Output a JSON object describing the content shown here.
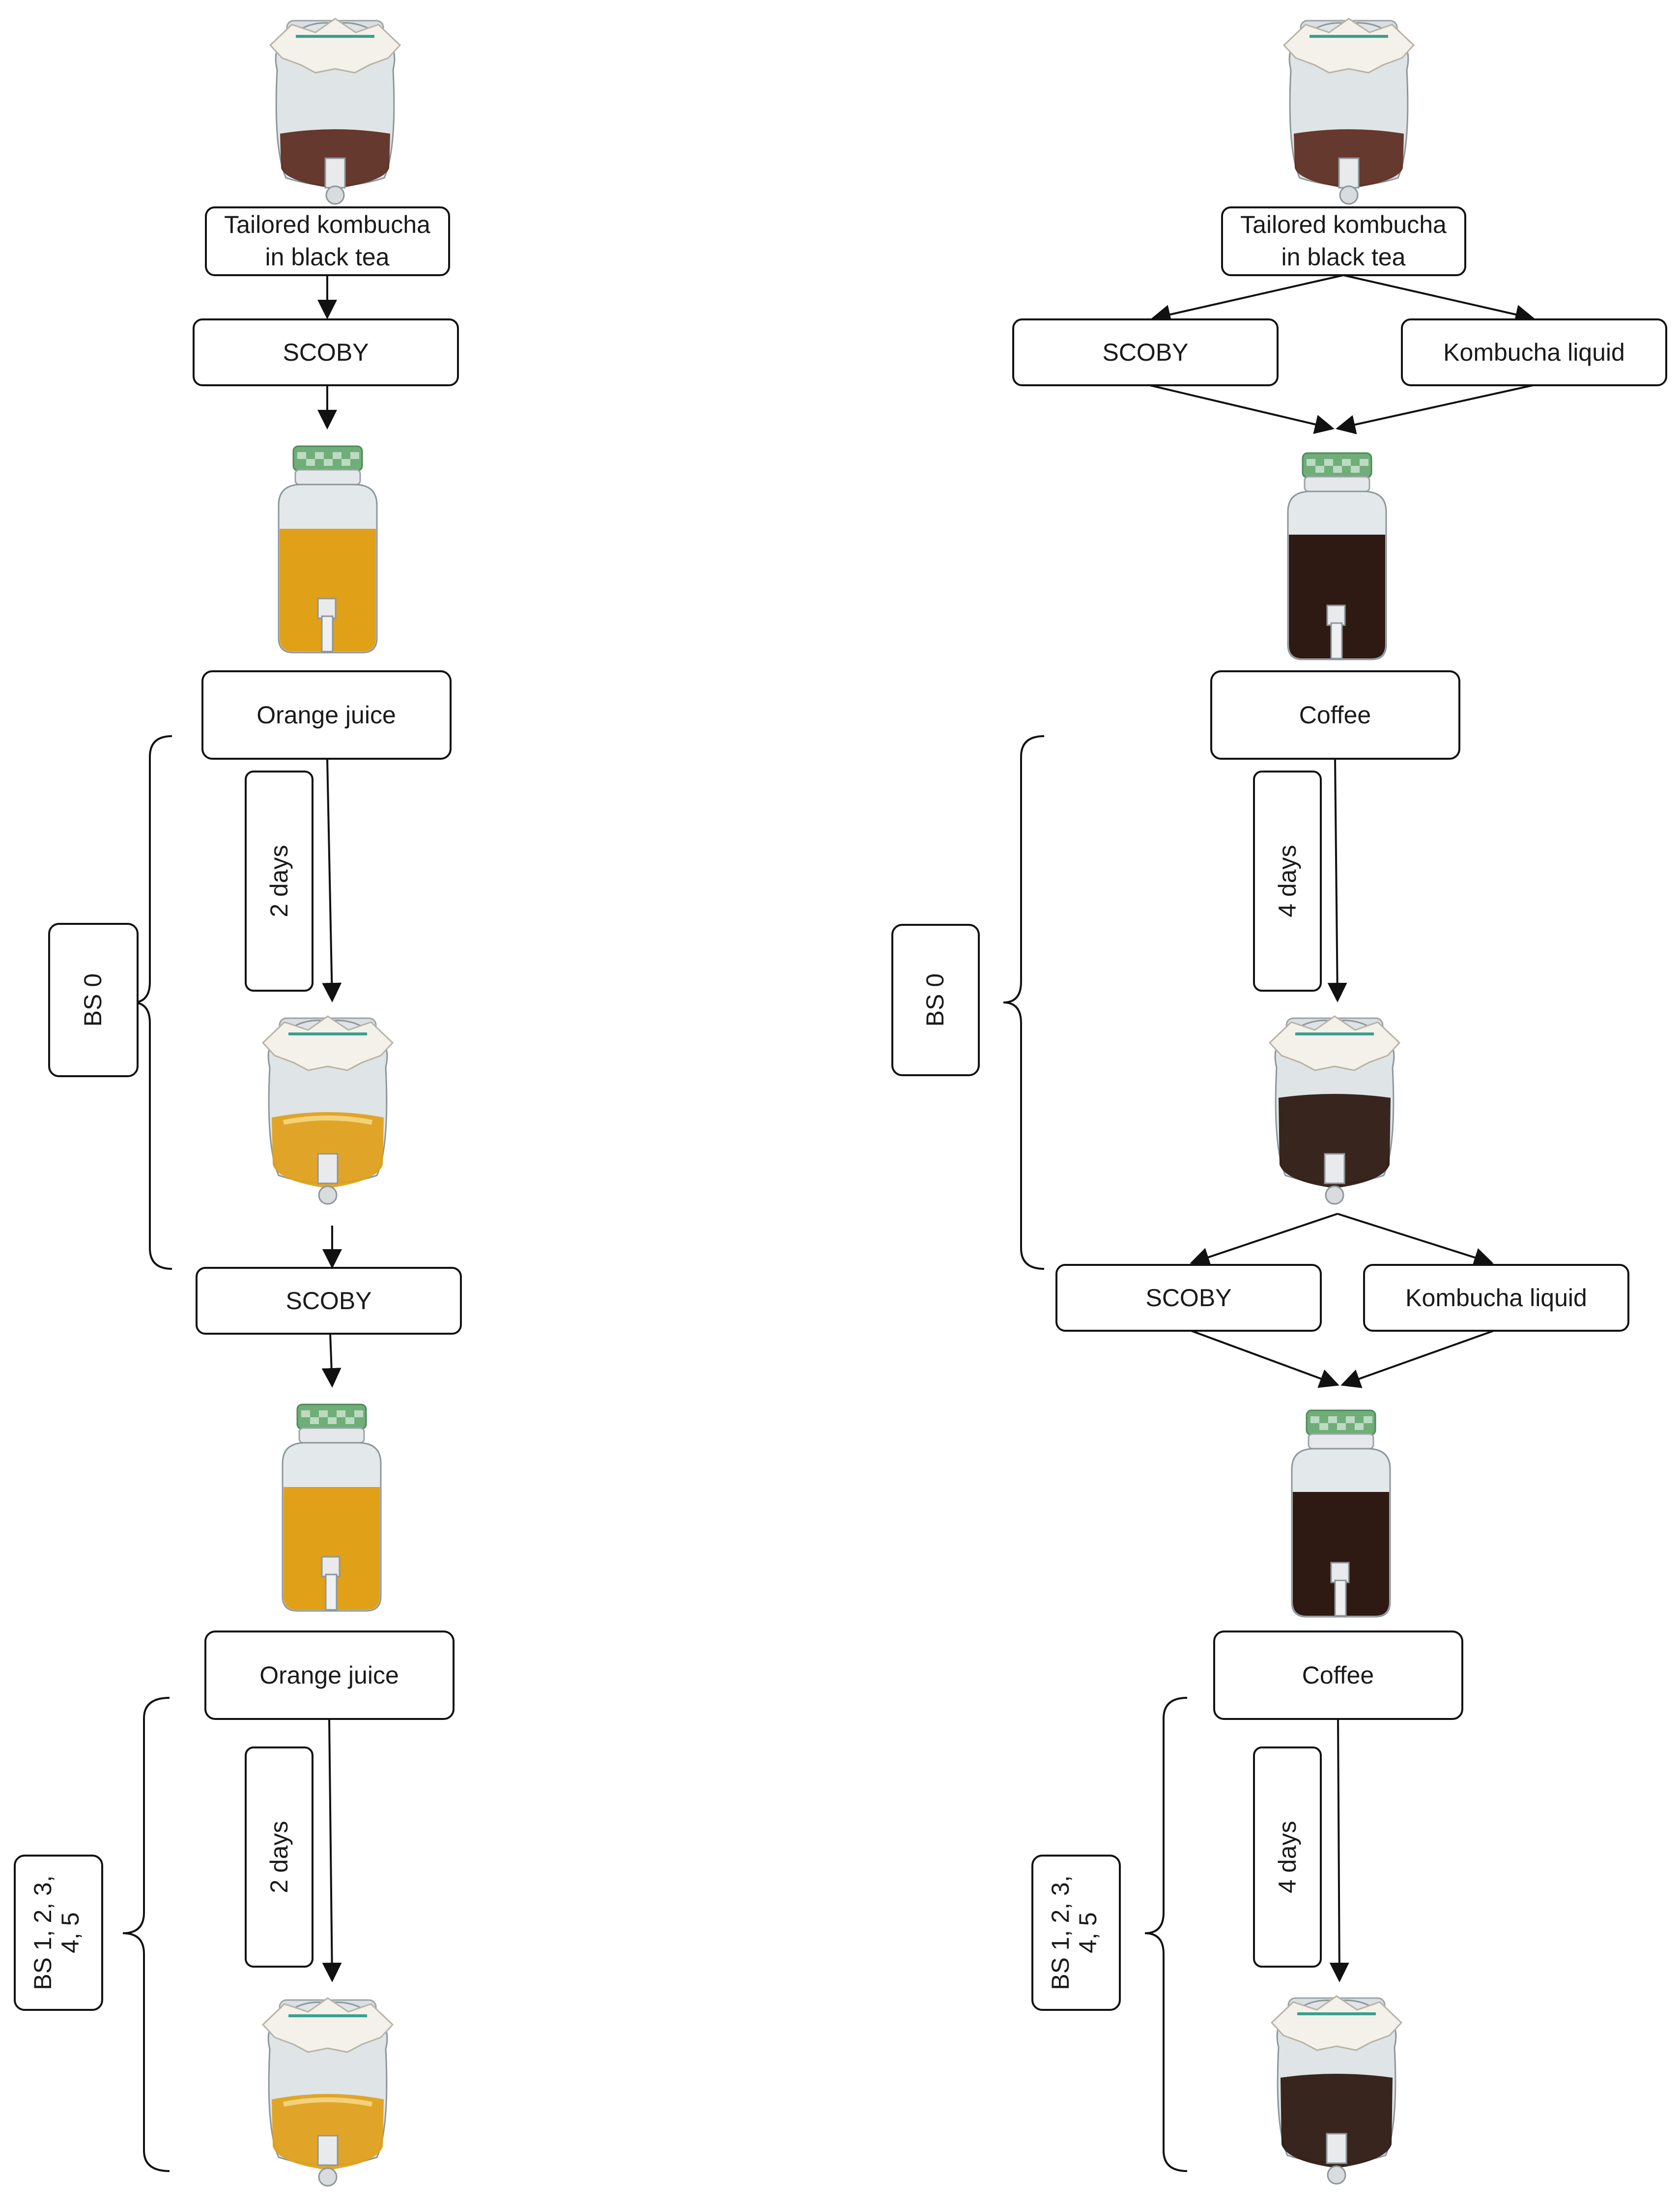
{
  "left": {
    "top_label_line1": "Tailored kombucha",
    "top_label_line2": "in black tea",
    "scoby_label": "SCOBY",
    "substrate_label": "Orange juice",
    "duration_label": "2 days",
    "bs0_label": "BS 0",
    "bs_later_line1": "BS 1, 2, 3,",
    "bs_later_line2": "4, 5"
  },
  "right": {
    "top_label_line1": "Tailored kombucha",
    "top_label_line2": "in black tea",
    "scoby_label": "SCOBY",
    "liquid_label": "Kombucha liquid",
    "substrate_label": "Coffee",
    "duration_label": "4 days",
    "bs0_label": "BS 0",
    "bs_later_line1": "BS 1, 2, 3,",
    "bs_later_line2": "4, 5"
  },
  "colors": {
    "black_tea": "#5a2a1e",
    "orange_juice": "#e0a018",
    "coffee": "#2e1a12",
    "lid_green": "#6fae78",
    "cloth": "#f4f1ea",
    "glass": "#dde2e5"
  }
}
